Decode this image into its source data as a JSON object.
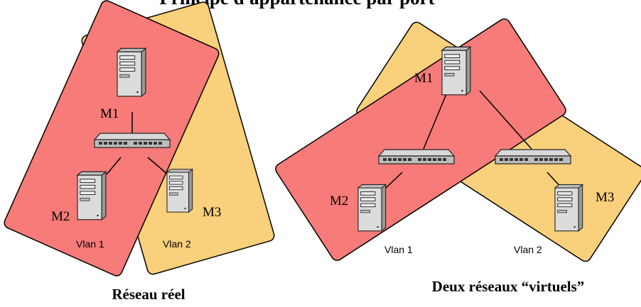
{
  "top_title": "Principe d'appartenance par port",
  "left": {
    "caption": "Réseau réel",
    "vlan1": "Vlan 1",
    "vlan2": "Vlan 2",
    "machines": [
      "M1",
      "M2",
      "M3"
    ]
  },
  "right": {
    "caption": "Deux réseaux “virtuels”",
    "vlan1": "Vlan 1",
    "vlan2": "Vlan 2",
    "machines": [
      "M1",
      "M2",
      "M3"
    ]
  },
  "colors": {
    "vlan1": "#f77b78",
    "vlan2": "#f9d07b",
    "edge": "#000000"
  }
}
